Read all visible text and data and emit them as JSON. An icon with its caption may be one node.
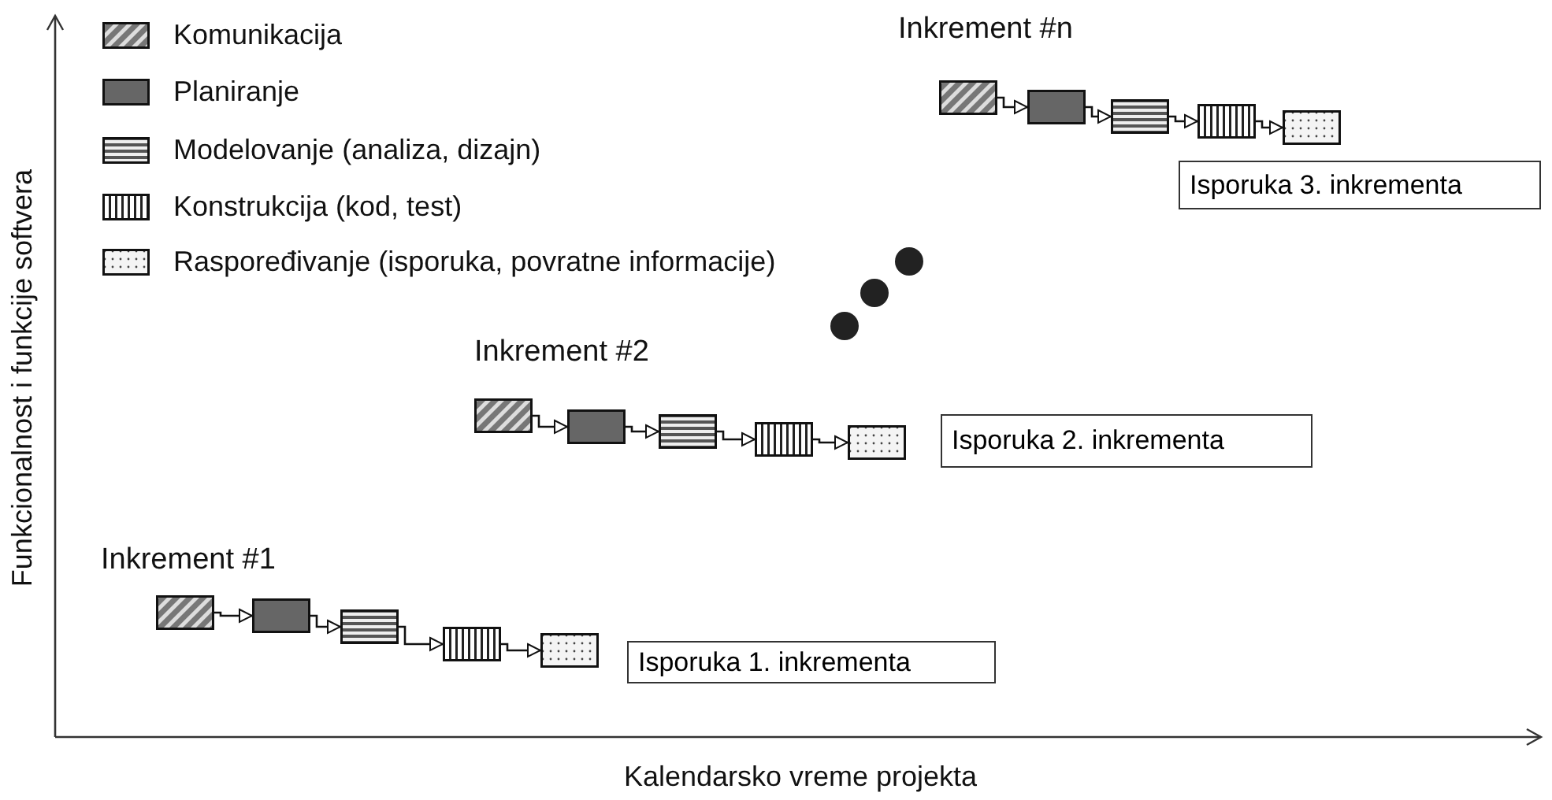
{
  "diagram": {
    "nodes": [
      {
        "text": [],
        "shape": "box"
      },
      {
        "text": [],
        "shape": "box"
      },
      {
        "text": [],
        "shape": "box"
      },
      {
        "text": [],
        "shape": "box"
      },
      {
        "text": [],
        "shape": "box"
      },
      {
        "text": [
          "Isporuka 3. inkrementa"
        ]
      },
      {
        "text": [],
        "shape": "box"
      },
      {
        "text": [],
        "shape": "box"
      },
      {
        "text": [],
        "shape": "box"
      },
      {
        "text": [],
        "shape": "box"
      },
      {
        "text": [],
        "shape": "box"
      },
      {
        "text": [
          "Isporuka 2. inkrementa"
        ]
      },
      {
        "text": [],
        "shape": "box"
      },
      {
        "text": [],
        "shape": "box"
      },
      {
        "text": [],
        "shape": "box"
      },
      {
        "text": [],
        "shape": "box"
      },
      {
        "text": [],
        "shape": "box"
      },
      {
        "text": [
          "Isporuka 1. inkrementa"
        ]
      }
    ],
    "edges": [
      {
        "from": 0,
        "to": 1,
        "arrow": "to"
      },
      {
        "from": 1,
        "to": 2,
        "arrow": "to"
      },
      {
        "from": 2,
        "to": 3,
        "arrow": "to"
      },
      {
        "from": 3,
        "to": 4,
        "arrow": "to"
      },
      {
        "from": 6,
        "to": 7,
        "arrow": "to"
      },
      {
        "from": 7,
        "to": 8,
        "arrow": "to"
      },
      {
        "from": 8,
        "to": 9,
        "arrow": "to"
      },
      {
        "from": 9,
        "to": 10,
        "arrow": "to"
      },
      {
        "from": 12,
        "to": 13,
        "arrow": "to"
      },
      {
        "from": 13,
        "to": 14,
        "arrow": "to"
      },
      {
        "from": 14,
        "to": 15,
        "arrow": "to"
      },
      {
        "from": 15,
        "to": 16,
        "arrow": "to"
      }
    ],
    "labels": [
      "Inkrement #n",
      "Inkrement #2",
      "Inkrement #1",
      "Funkcionalnost i funkcije softvera",
      "Kalendarsko vreme projekta"
    ],
    "legend": [
      {
        "text": "Komunikacija"
      },
      {
        "text": "Planiranje"
      },
      {
        "text": "Modelovanje (analiza, dizajn)"
      },
      {
        "text": "Konstrukcija (kod, test)"
      },
      {
        "text": "Raspoređivanje (isporuka, povratne informacije)"
      }
    ]
  }
}
